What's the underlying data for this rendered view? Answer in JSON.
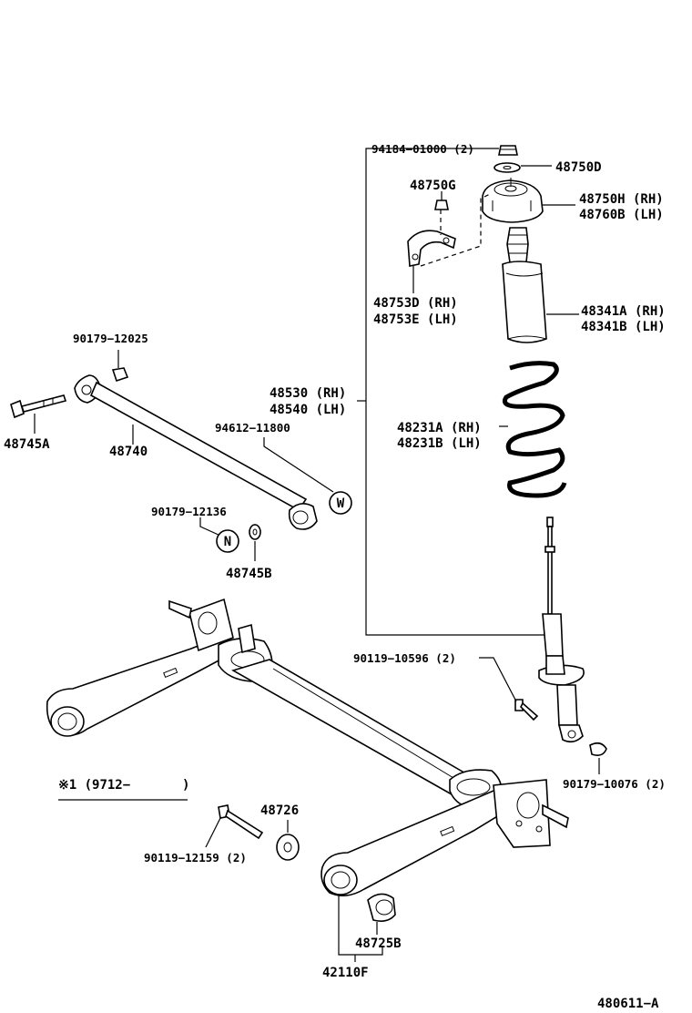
{
  "labels": {
    "p94184": "94184−01000 (2)",
    "p48750D": "48750D",
    "p48750G": "48750G",
    "p48750H": "48750H (RH)",
    "p48760B": "48760B (LH)",
    "p48753D": "48753D (RH)",
    "p48753E": "48753E (LH)",
    "p48341A": "48341A (RH)",
    "p48341B": "48341B (LH)",
    "p90179_12025": "90179−12025",
    "p48530": "48530 (RH)",
    "p48540": "48540 (LH)",
    "p48745A": "48745A",
    "p48740": "48740",
    "p94612": "94612−11800",
    "p48231A": "48231A (RH)",
    "p48231B": "48231B (LH)",
    "p90179_12136": "90179−12136",
    "circle_W": "W",
    "circle_N": "N",
    "p48745B": "48745B",
    "p90119_10596": "90119−10596 (2)",
    "p90179_10076": "90179−10076 (2)",
    "note": "※1 (9712−",
    "note_close": ")",
    "p48726": "48726",
    "p90119_12159": "90119−12159 (2)",
    "p48725B": "48725B",
    "p42110F": "42110F",
    "diagram_id": "480611−A"
  }
}
